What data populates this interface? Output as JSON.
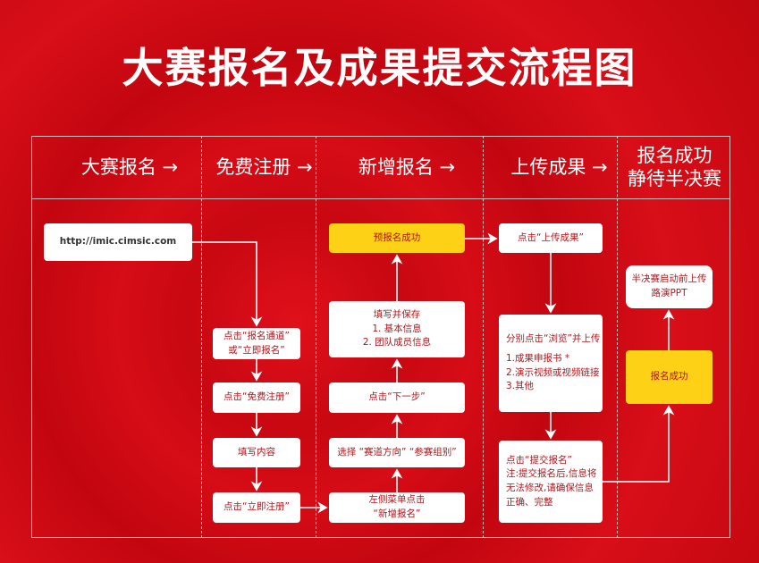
{
  "title": "大赛报名及成果提交流程图",
  "headers": [
    "大赛报名 →",
    "免费注册 →",
    "新增报名 →",
    "上传成果 →",
    "报名成功",
    "静待半决赛"
  ],
  "boxes": {
    "url": "http://imic.cimsic.com",
    "b1a": "点击“报名通道”",
    "b1b": "或“立即报名”",
    "b2": "点击“免费注册”",
    "b3": "填写内容",
    "b4": "点击“立即注册”",
    "c1a": "左侧菜单点击",
    "c1b": "“新增报名”",
    "c2": "选择 “赛道方向” “参赛组别”",
    "c3": "点击“下一步”",
    "c4a": "填写并保存",
    "c4b": "1. 基本信息",
    "c4c": "2. 团队成员信息",
    "c5": "预报名成功",
    "d1": "点击“上传成果”",
    "d2a": "分别点击“浏览”并上传",
    "d2b": "1.成果申报书 *",
    "d2c": "2.演示视频或视频链接",
    "d2d": "3.其他",
    "d3a": "点击“提交报名”",
    "d3b": "注:提交报名后,信息将",
    "d3c": "无法修改,请确保信息",
    "d3d": "正确、完整",
    "e1": "报名成功",
    "e2a": "半决赛启动前上传",
    "e2b": "路演PPT"
  },
  "colors": {
    "background": "#d00a14",
    "highlight": "#fcd116",
    "text": "#b3151a"
  }
}
